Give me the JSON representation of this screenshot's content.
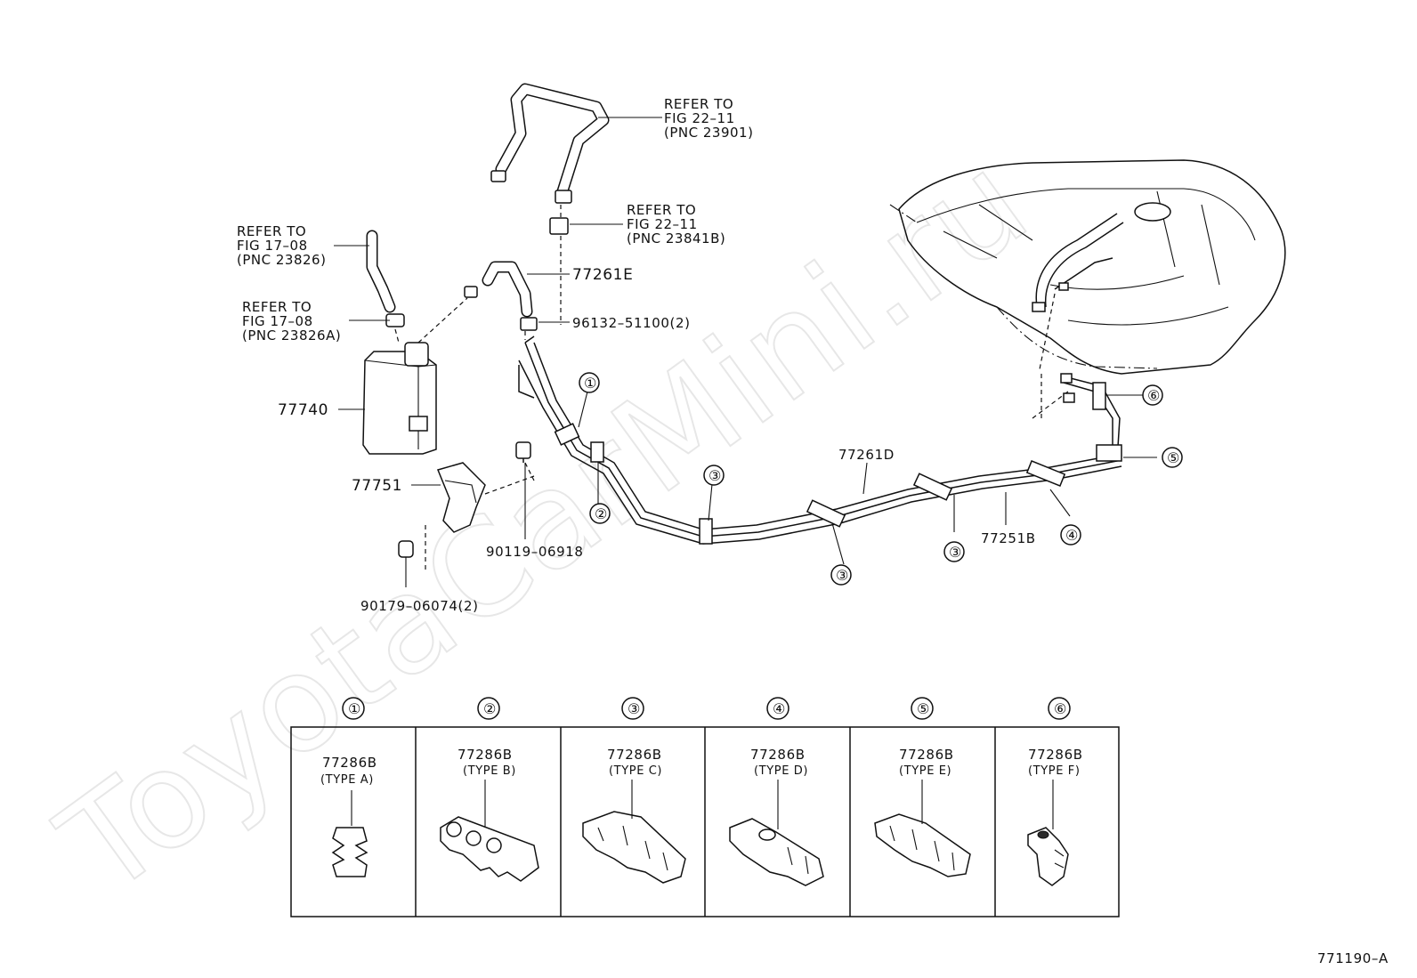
{
  "watermark": "ToyotaCarMini.ru",
  "figure_code": "771190–A",
  "refer_notes": [
    {
      "line1": "REFER TO",
      "line2": "FIG 22–11",
      "line3": "(PNC 23901)"
    },
    {
      "line1": "REFER TO",
      "line2": "FIG 22–11",
      "line3": "(PNC 23841B)"
    },
    {
      "line1": "REFER TO",
      "line2": "FIG 17–08",
      "line3": "(PNC 23826)"
    },
    {
      "line1": "REFER TO",
      "line2": "FIG 17–08",
      "line3": "(PNC 23826A)"
    }
  ],
  "part_labels": {
    "hose_e": "77261E",
    "clip_96132": "96132–51100(2)",
    "canister": "77740",
    "bracket": "77751",
    "bolt": "90119–06918",
    "nut": "90179–06074(2)",
    "pipe_d": "77261D",
    "pipe_b": "77251B"
  },
  "callouts": [
    "①",
    "②",
    "③",
    "④",
    "⑤",
    "⑥"
  ],
  "clamp_table": [
    {
      "tag": "①",
      "part": "77286B",
      "type": "(TYPE  A)"
    },
    {
      "tag": "②",
      "part": "77286B",
      "type": "(TYPE B)"
    },
    {
      "tag": "③",
      "part": "77286B",
      "type": "(TYPE C)"
    },
    {
      "tag": "④",
      "part": "77286B",
      "type": "(TYPE D)"
    },
    {
      "tag": "⑤",
      "part": "77286B",
      "type": "(TYPE E)"
    },
    {
      "tag": "⑥",
      "part": "77286B",
      "type": "(TYPE F)"
    }
  ]
}
